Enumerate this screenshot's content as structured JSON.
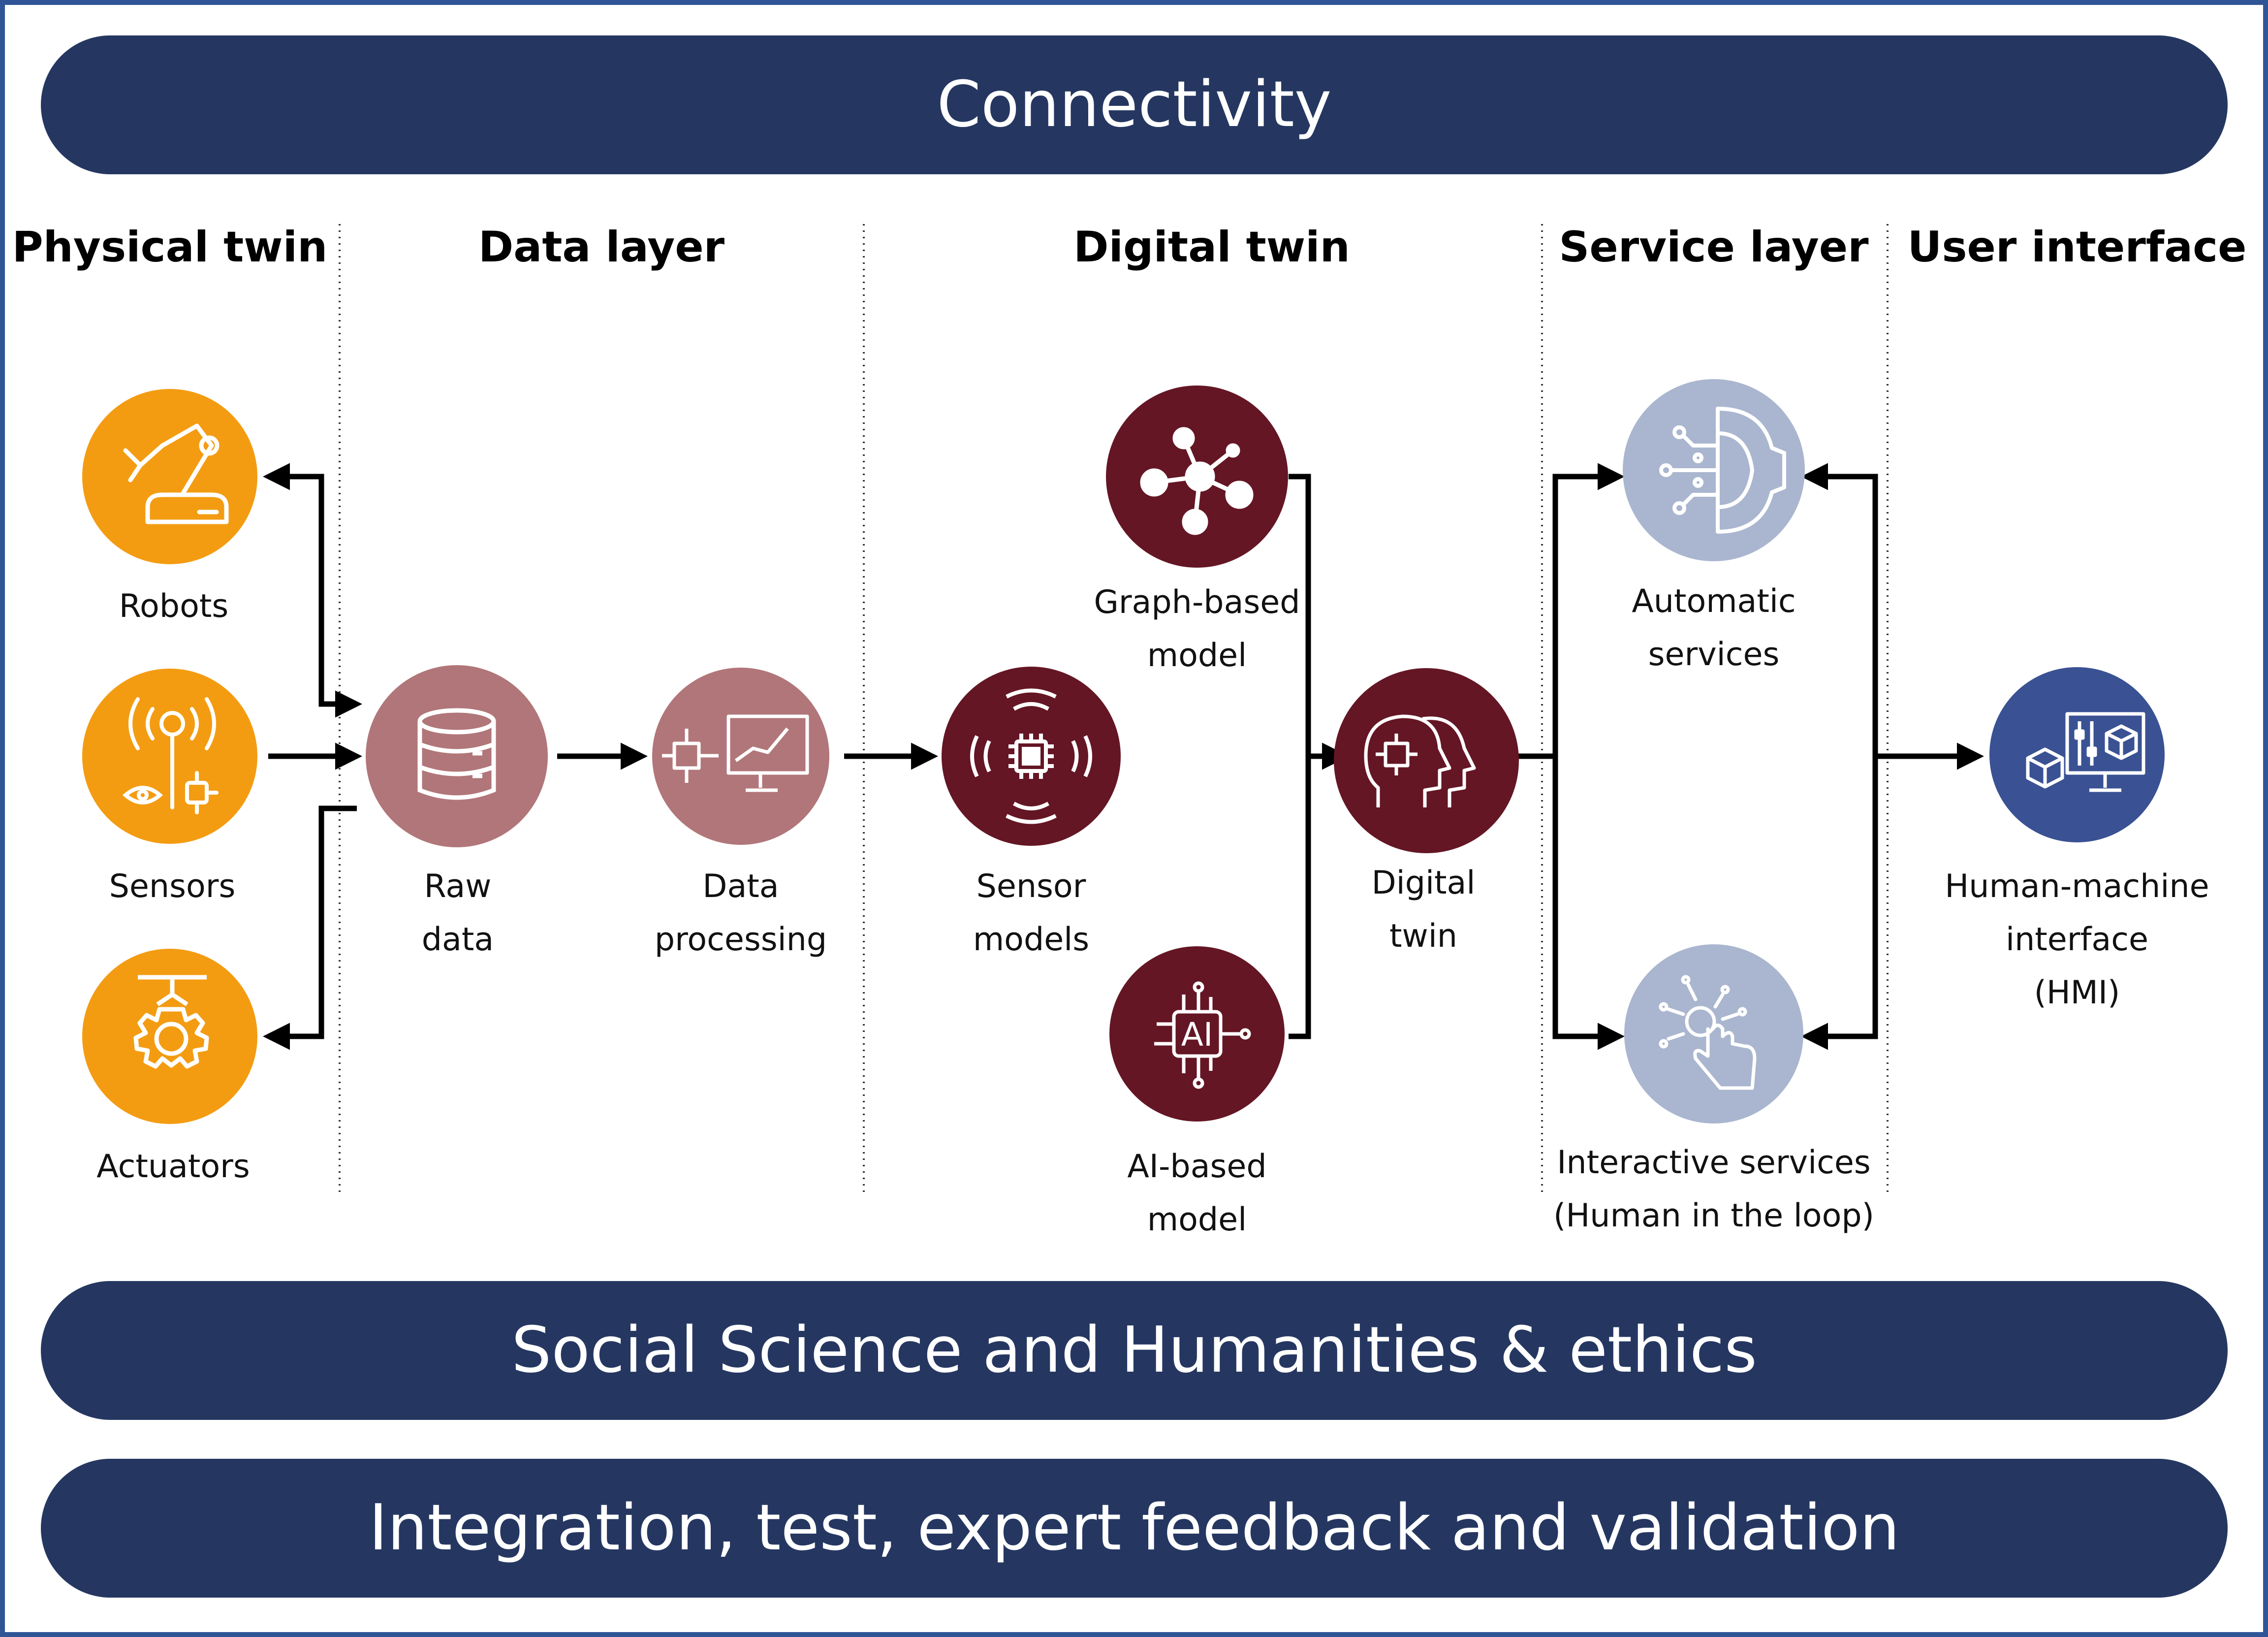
{
  "bands": {
    "connectivity": "Connectivity",
    "ethics": "Social Science and Humanities & ethics",
    "integration": "Integration, test, expert feedback and validation"
  },
  "columns": {
    "physical": "Physical twin",
    "data": "Data layer",
    "digital": "Digital twin",
    "service": "Service layer",
    "ui": "User interface"
  },
  "nodes": {
    "robots": {
      "lines": [
        "Robots"
      ],
      "icon": "robot-arm-icon"
    },
    "sensors": {
      "lines": [
        "Sensors"
      ],
      "icon": "sensor-antenna-icon"
    },
    "actuators": {
      "lines": [
        "Actuators"
      ],
      "icon": "gear-actuator-icon"
    },
    "raw_data": {
      "lines": [
        "Raw",
        "data"
      ],
      "icon": "database-icon"
    },
    "data_processing": {
      "lines": [
        "Data",
        "processing"
      ],
      "icon": "monitor-chart-icon"
    },
    "sensor_models": {
      "lines": [
        "Sensor",
        "models"
      ],
      "icon": "chip-signal-icon"
    },
    "graph_model": {
      "lines": [
        "Graph-based",
        "model"
      ],
      "icon": "graph-network-icon"
    },
    "ai_model": {
      "lines": [
        "AI-based",
        "model"
      ],
      "icon": "ai-chip-icon",
      "icon_text": "AI"
    },
    "digital_twin": {
      "lines": [
        "Digital",
        "twin"
      ],
      "icon": "twin-heads-icon"
    },
    "automatic_services": {
      "lines": [
        "Automatic",
        "services"
      ],
      "icon": "half-gear-circuit-icon"
    },
    "interactive_services": {
      "lines": [
        "Interactive services",
        "(Human in the loop)"
      ],
      "icon": "touch-hand-icon"
    },
    "hmi": {
      "lines": [
        "Human-machine",
        "interface",
        "(HMI)"
      ],
      "icon": "monitor-sliders-icon"
    }
  },
  "colors": {
    "band": "#253761",
    "frame": "#2f5597",
    "physical": "#f39c12",
    "data": "#b17679",
    "digital": "#641624",
    "service": "#aab6cf",
    "ui": "#3a5293"
  }
}
